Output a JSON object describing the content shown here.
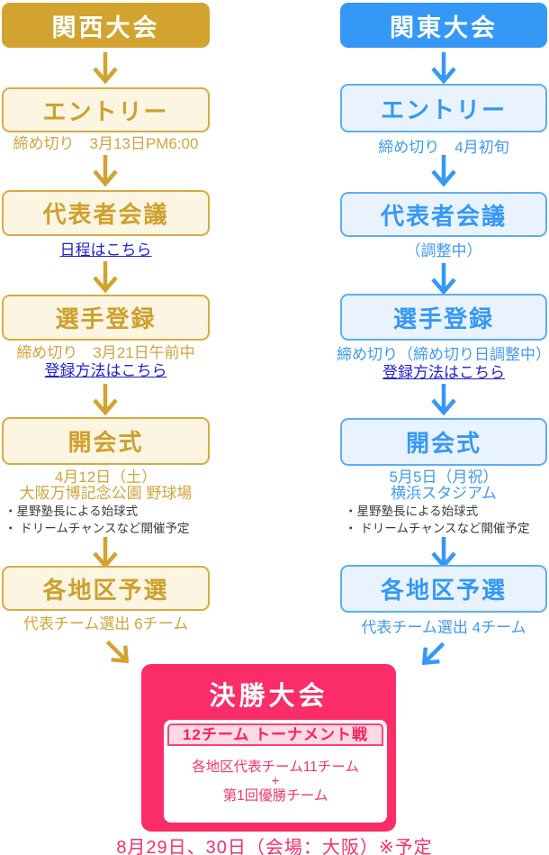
{
  "colors": {
    "gold": "#D2A42F",
    "gold_box_bg": "#FCF5E2",
    "gold_box_border": "#D8AB41",
    "blue": "#3598F6",
    "blue_box_bg": "#E9F3FD",
    "blue_box_border": "#5FACF5",
    "link_blue": "#2121CE",
    "bullet_text": "#3C3C3C",
    "pink": "#FA2D69",
    "pink_band_bg": "#FFD9E4",
    "pink_band_border": "#FB4375",
    "white": "#FFFFFF"
  },
  "left": {
    "title": "関西大会",
    "entry_label": "エントリー",
    "entry_note": "締め切り　3月13日PM6:00",
    "meeting_label": "代表者会議",
    "meeting_link": "日程はこちら",
    "register_label": "選手登録",
    "register_note": "締め切り　3月21日午前中",
    "register_link": "登録方法はこちら",
    "opening_label": "開会式",
    "opening_date": "4月12日（土）",
    "opening_venue": "大阪万博記念公園 野球場",
    "opening_bullet1": "・星野塾長による始球式",
    "opening_bullet2": "・ ドリームチャンスなど開催予定",
    "prelim_label": "各地区予選",
    "prelim_note": "代表チーム選出 6チーム"
  },
  "right": {
    "title": "関東大会",
    "entry_label": "エントリー",
    "entry_note": "締め切り　4月初旬",
    "meeting_label": "代表者会議",
    "meeting_note": "（調整中）",
    "register_label": "選手登録",
    "register_note": "締め切り（締め切り日調整中）",
    "register_link": "登録方法はこちら",
    "opening_label": "開会式",
    "opening_date": "5月5日（月祝）",
    "opening_venue": "横浜スタジアム",
    "opening_bullet1": "・星野塾長による始球式",
    "opening_bullet2": "・ ドリームチャンスなど開催予定",
    "prelim_label": "各地区予選",
    "prelim_note": "代表チーム選出 4チーム"
  },
  "final": {
    "title": "決勝大会",
    "band": "12チーム トーナメント戦",
    "line1": "各地区代表チーム11チーム",
    "plus": "+",
    "line2": "第1回優勝チーム",
    "note": "8月29日、30日（会場：大阪）※予定"
  }
}
